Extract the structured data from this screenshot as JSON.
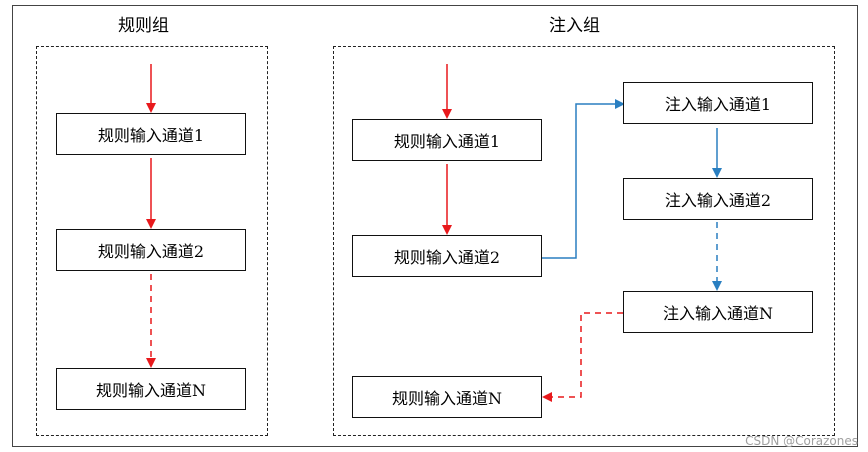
{
  "groups": {
    "regular": {
      "title": "规则组"
    },
    "injected": {
      "title": "注入组"
    }
  },
  "nodes": {
    "regular_ch1": "规则输入通道1",
    "regular_ch2": "规则输入通道2",
    "regular_chn": "规则输入通道N",
    "mix_regular_ch1": "规则输入通道1",
    "mix_regular_ch2": "规则输入通道2",
    "injected_ch1": "注入输入通道1",
    "injected_ch2": "注入输入通道2",
    "injected_chn": "注入输入通道N",
    "mix_regular_chn": "规则输入通道N"
  },
  "edge_colors": {
    "regular": "#e8191c",
    "injected": "#2a7fc1"
  },
  "watermark": "CSDN @Corazones"
}
